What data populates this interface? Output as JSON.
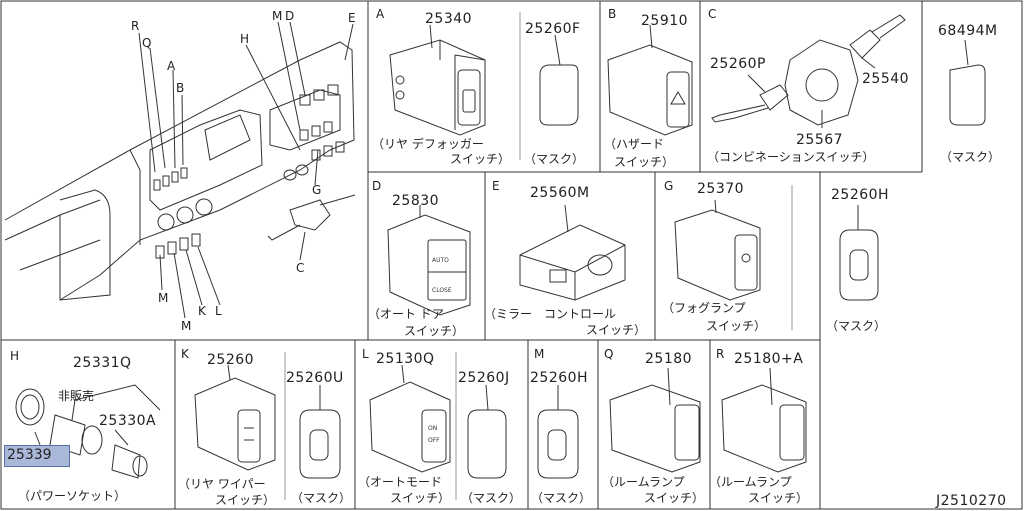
{
  "overview_labels": [
    "R",
    "Q",
    "A",
    "B",
    "M",
    "D",
    "H",
    "E",
    "G",
    "C",
    "M",
    "M",
    "K",
    "L"
  ],
  "cells": {
    "A": {
      "letter": "A",
      "part": "25340",
      "caption1": "（リヤ デフォッガー",
      "caption2": "スイッチ）"
    },
    "A_mask": {
      "part": "25260F",
      "caption": "（マスク）"
    },
    "B": {
      "letter": "B",
      "part": "25910",
      "caption1": "（ハザード",
      "caption2": "スイッチ）"
    },
    "C": {
      "letter": "C",
      "part_left": "25260P",
      "part_right": "25540",
      "part_center": "25567",
      "caption": "（コンビネーションスイッチ）"
    },
    "C_mask": {
      "part": "68494M",
      "caption": "（マスク）"
    },
    "D": {
      "letter": "D",
      "part": "25830",
      "caption1": "（オート ドア",
      "caption2": "スイッチ）"
    },
    "E": {
      "letter": "E",
      "part": "25560M",
      "caption1": "（ミラー　コントロール",
      "caption2": "スイッチ）"
    },
    "G": {
      "letter": "G",
      "part": "25370",
      "caption1": "（フォグランプ",
      "caption2": "スイッチ）"
    },
    "G_mask": {
      "part": "25260H",
      "caption": "（マスク）"
    },
    "H": {
      "letter": "H",
      "part_top": "25331Q",
      "note": "非販売",
      "part_mid": "25330A",
      "part_highlight": "25339",
      "caption": "（パワーソケット）"
    },
    "K": {
      "letter": "K",
      "part": "25260",
      "caption1": "（リヤ ワイパー",
      "caption2": "スイッチ）"
    },
    "K_mask": {
      "part": "25260U",
      "caption": "（マスク）"
    },
    "L": {
      "letter": "L",
      "part": "25130Q",
      "caption1": "（オートモード",
      "caption2": "スイッチ）"
    },
    "L_mask": {
      "part": "25260J",
      "caption": "（マスク）"
    },
    "M": {
      "letter": "M",
      "part": "25260H",
      "caption": "（マスク）"
    },
    "Q": {
      "letter": "Q",
      "part": "25180",
      "caption1": "（ルームランプ",
      "caption2": "スイッチ）"
    },
    "R": {
      "letter": "R",
      "part": "25180+A",
      "caption1": "（ルームランプ",
      "caption2": "スイッチ）"
    }
  },
  "icon_text": {
    "auto": "AUTO",
    "close": "CLOSE",
    "off": "OFF",
    "on": "ON"
  },
  "drawing_code": "J2510270"
}
